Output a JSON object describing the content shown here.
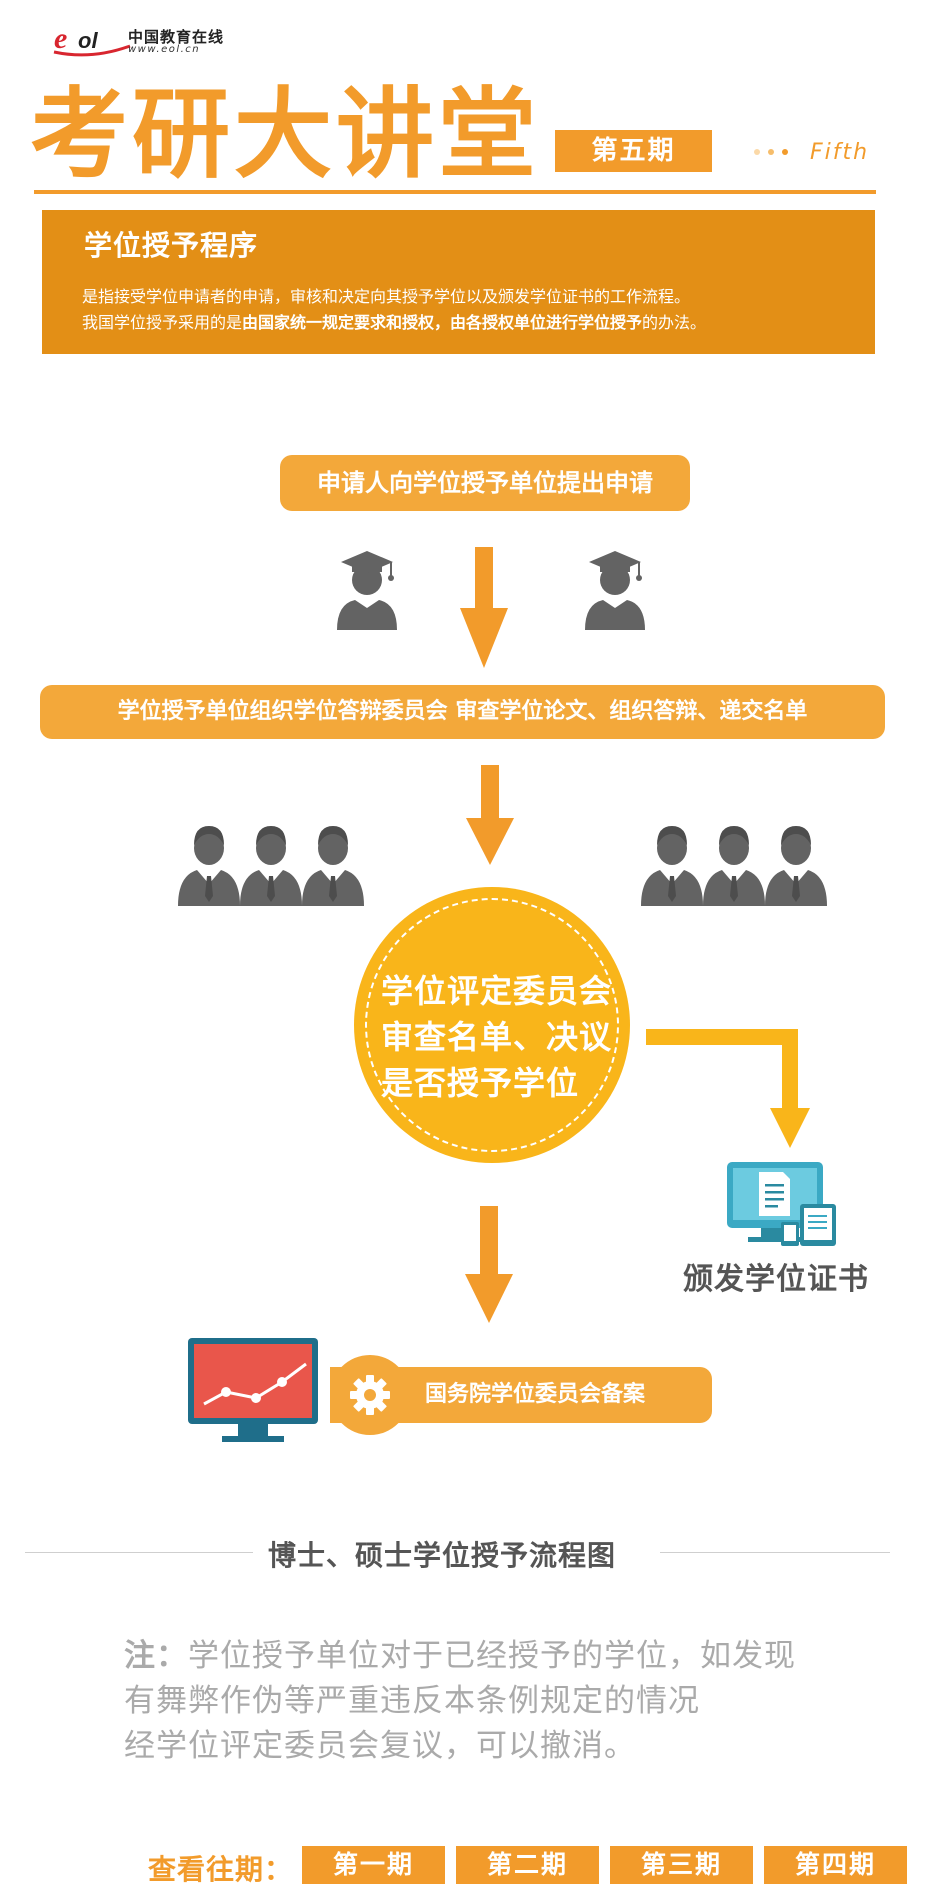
{
  "header": {
    "logo_text": "eol",
    "logo_cn": "中国教育在线",
    "logo_url": "www.eol.cn",
    "title": "考研大讲堂",
    "issue": "第五期",
    "issue_en": "Fifth"
  },
  "intro": {
    "heading": "学位授予程序",
    "line1": "是指接受学位申请者的申请，审核和决定向其授予学位以及颁发学位证书的工作流程。",
    "line2_prefix": "我国学位授予采用的是",
    "line2_bold": "由国家统一规定要求和授权，由各授权单位进行学位授予",
    "line2_suffix": "的办法。"
  },
  "flow": {
    "step1": "申请人向学位授予单位提出申请",
    "step2": "学位授予单位组织学位答辩委员会 审查学位论文、组织答辩、递交名单",
    "council": [
      "学位评定委员会",
      "审查名单、决议",
      "是否授予学位"
    ],
    "certificate": "颁发学位证书",
    "record": "国务院学位委员会备案"
  },
  "caption": "博士、硕士学位授予流程图",
  "note": {
    "key": "注：",
    "line1": "学位授予单位对于已经授予的学位，如发现",
    "line2": "有舞弊作伪等严重违反本条例规定的情况",
    "line3": "经学位评定委员会复议，可以撤消。"
  },
  "past": {
    "label": "查看往期：",
    "items": [
      "第一期",
      "第二期",
      "第三期",
      "第四期"
    ]
  },
  "colors": {
    "orange": "#f29b2b",
    "dark_orange": "#e38f16",
    "pill": "#f3a83a",
    "yellow": "#f9b51a",
    "gray": "#636363",
    "teal": "#3ba9c4"
  }
}
